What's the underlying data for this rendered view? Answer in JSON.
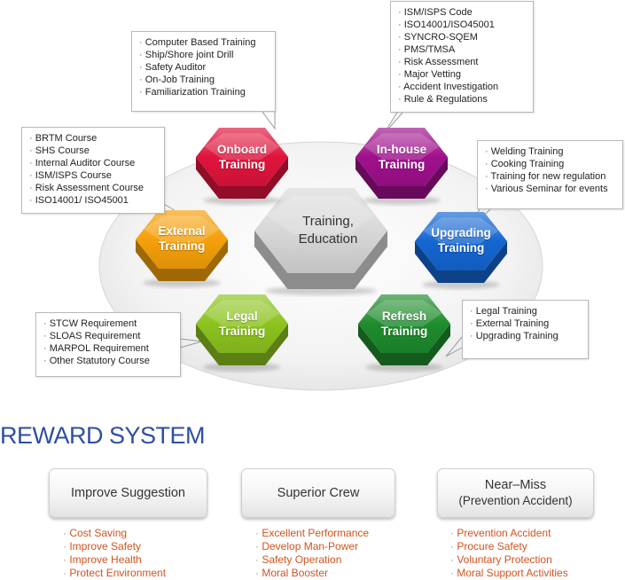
{
  "center": {
    "line1": "Training,",
    "line2": "Education"
  },
  "hexagons": [
    {
      "id": "onboard",
      "line1": "Onboard",
      "line2": "Training",
      "color": "#e0143c"
    },
    {
      "id": "inhouse",
      "line1": "In-house",
      "line2": "Training",
      "color": "#a0108c"
    },
    {
      "id": "external",
      "line1": "External",
      "line2": "Training",
      "color": "#f5a00a"
    },
    {
      "id": "upgrading",
      "line1": "Upgrading",
      "line2": "Training",
      "color": "#1466d2"
    },
    {
      "id": "legal",
      "line1": "Legal",
      "line2": "Training",
      "color": "#8cc31e"
    },
    {
      "id": "refresh",
      "line1": "Refresh",
      "line2": "Training",
      "color": "#1e8c2d"
    }
  ],
  "callouts": {
    "onboard": [
      "Computer Based Training",
      "Ship/Shore joint Drill",
      "Safety Auditor",
      "On-Job Training",
      "Familiarization Training"
    ],
    "inhouse": [
      "ISM/ISPS Code",
      "ISO14001/ISO45001",
      "SYNCRO-SQEM",
      "PMS/TMSA",
      "Risk Assessment",
      "Major Vetting",
      "Accident Investigation",
      "Rule & Regulations"
    ],
    "external": [
      "BRTM Course",
      "SHS Course",
      "Internal Auditor Course",
      "ISM/ISPS Course",
      "Risk Assessment Course",
      "ISO14001/ ISO45001"
    ],
    "upgrading": [
      "Welding Training",
      "Cooking Training",
      "Training for new regulation",
      "Various Seminar for events"
    ],
    "legal": [
      "STCW Requirement",
      "SLOAS Requirement",
      "MARPOL Requirement",
      "Other Statutory Course"
    ],
    "refresh": [
      "Legal Training",
      "External Training",
      "Upgrading Training"
    ]
  },
  "reward": {
    "title": "REWARD SYSTEM",
    "title_color": "#2d4fa3",
    "item_color": "#d2531f",
    "boxes": [
      {
        "title": "Improve Suggestion",
        "subtitle": "",
        "items": [
          "Cost Saving",
          "Improve Safety",
          "Improve Health",
          "Protect Environment"
        ]
      },
      {
        "title": "Superior Crew",
        "subtitle": "",
        "items": [
          "Excellent Performance",
          "Develop Man-Power",
          "Safety Operation",
          "Moral Booster"
        ]
      },
      {
        "title": "Near–Miss",
        "subtitle": "(Prevention Accident)",
        "items": [
          "Prevention Accident",
          "Procure Safety",
          "Voluntary Protection",
          "Moral Support Activities"
        ]
      }
    ]
  }
}
